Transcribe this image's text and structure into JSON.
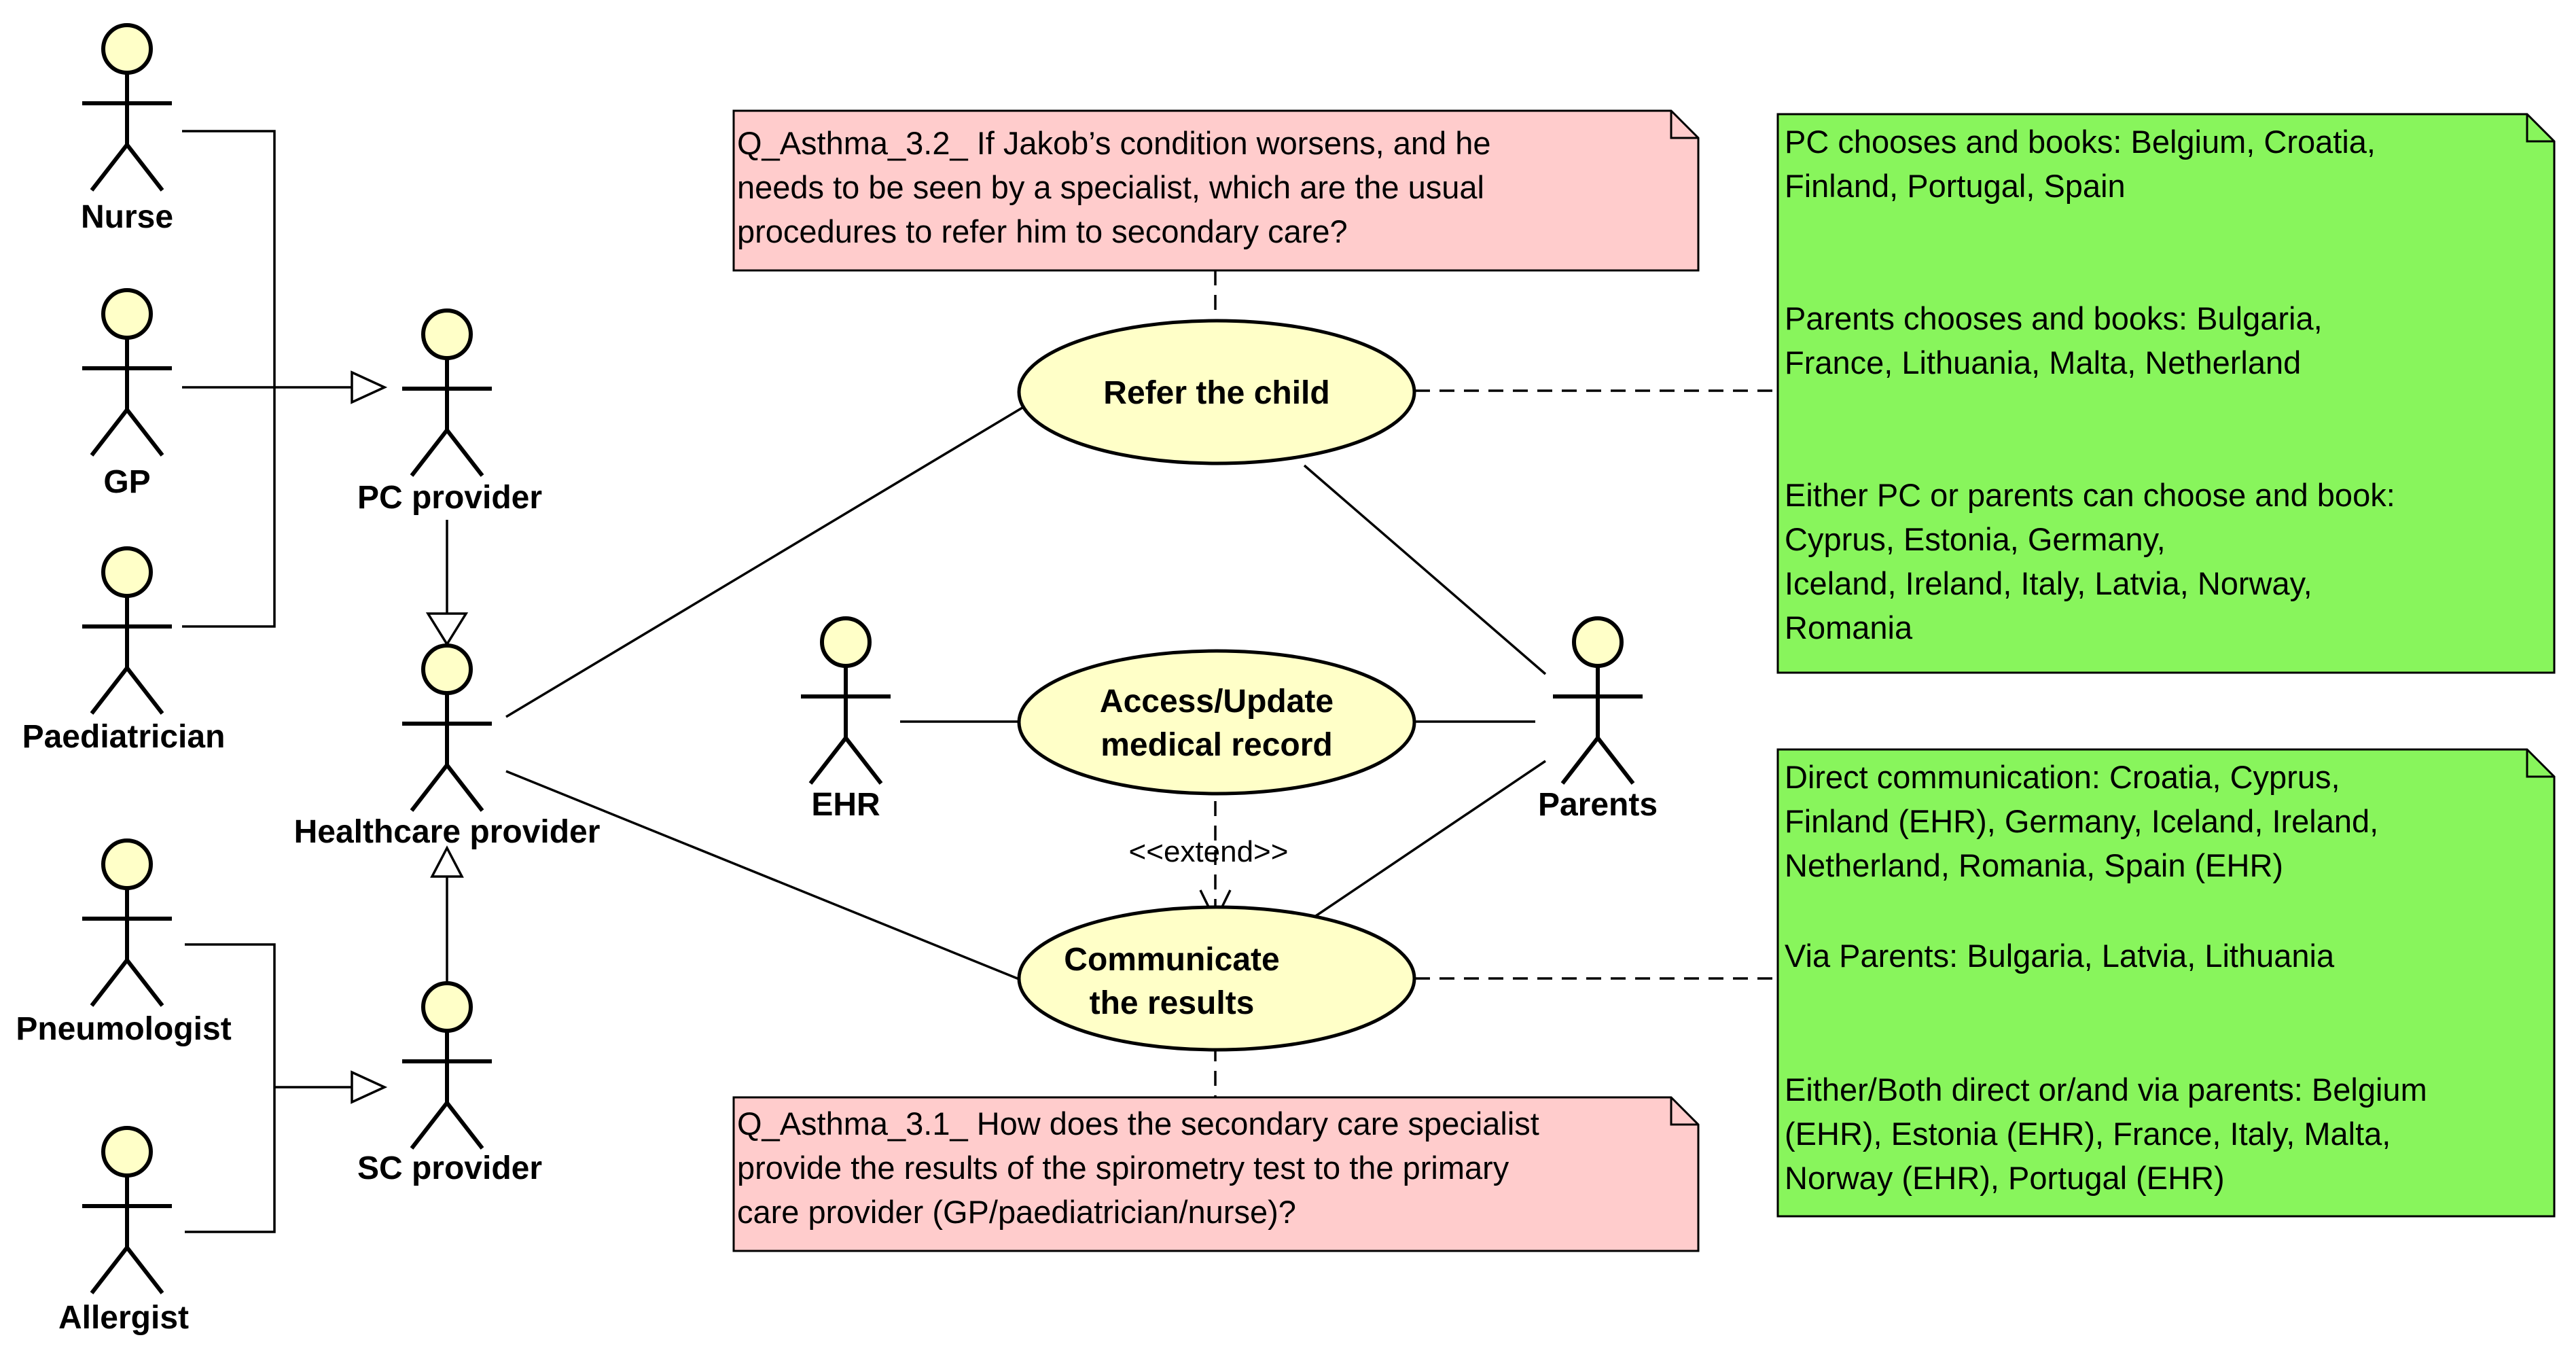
{
  "actors": {
    "nurse": "Nurse",
    "gp": "GP",
    "paediatrician": "Paediatrician",
    "pc_provider": "PC provider",
    "healthcare_provider": "Healthcare provider",
    "pneumologist": "Pneumologist",
    "allergist": "Allergist",
    "sc_provider": "SC provider",
    "ehr": "EHR",
    "parents": "Parents"
  },
  "use_cases": {
    "refer": [
      "Refer the child"
    ],
    "access": [
      "Access/Update",
      "medical record"
    ],
    "communicate": [
      "Communicate",
      "the results"
    ]
  },
  "stereotype": "<<extend>>",
  "notes": {
    "q32": [
      "Q_Asthma_3.2_ If Jakob’s condition worsens, and he",
      "needs to be seen by a specialist, which are the usual",
      "procedures to refer him to secondary care?"
    ],
    "q31": [
      "Q_Asthma_3.1_ How does the secondary care specialist",
      "provide the results of the spirometry test to the primary",
      "care provider (GP/paediatrician/nurse)?"
    ],
    "referral": {
      "pc": [
        "PC chooses and books: Belgium, Croatia,",
        "Finland, Portugal, Spain"
      ],
      "parents": [
        "Parents chooses and books: Bulgaria,",
        "France, Lithuania, Malta, Netherland"
      ],
      "either": [
        "Either PC or parents can choose and book:",
        "Cyprus, Estonia, Germany,",
        "Iceland, Ireland, Italy, Latvia, Norway,",
        "Romania"
      ]
    },
    "communication": {
      "direct": [
        "Direct communication: Croatia, Cyprus,",
        "Finland (EHR), Germany, Iceland, Ireland,",
        "Netherland, Romania, Spain (EHR)"
      ],
      "via": [
        "Via Parents: Bulgaria, Latvia, Lithuania"
      ],
      "either": [
        "Either/Both direct or/and via parents: Belgium",
        "(EHR), Estonia (EHR), France, Italy, Malta,",
        "Norway (EHR), Portugal (EHR)"
      ]
    }
  },
  "colors": {
    "actor_head": "#ffffc8",
    "use_case_fill": "#ffffc8",
    "question_note": "#ffcccc",
    "answer_note": "#88f55c"
  }
}
